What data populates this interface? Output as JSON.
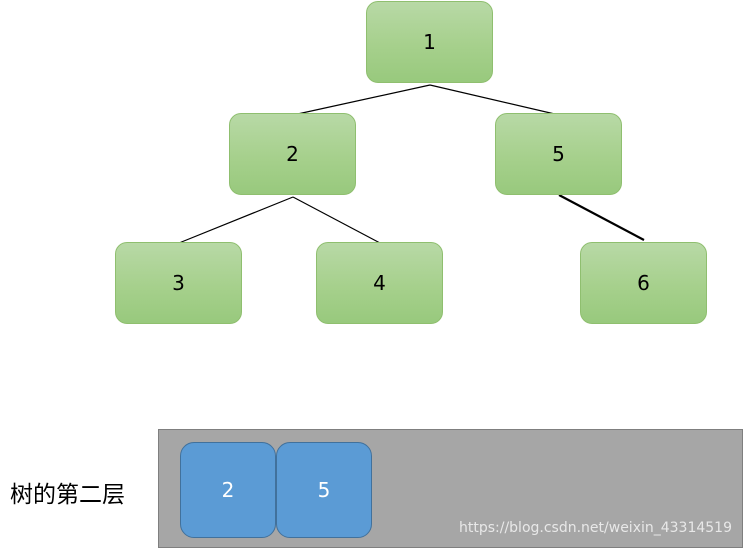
{
  "tree": {
    "nodes": [
      {
        "id": "n1",
        "label": "1"
      },
      {
        "id": "n2",
        "label": "2"
      },
      {
        "id": "n5",
        "label": "5"
      },
      {
        "id": "n3",
        "label": "3"
      },
      {
        "id": "n4",
        "label": "4"
      },
      {
        "id": "n6",
        "label": "6"
      }
    ],
    "edges": [
      {
        "from": "1",
        "to": "2"
      },
      {
        "from": "1",
        "to": "5"
      },
      {
        "from": "2",
        "to": "3"
      },
      {
        "from": "2",
        "to": "4"
      },
      {
        "from": "5",
        "to": "6"
      }
    ]
  },
  "level_panel": {
    "label": "树的第二层",
    "items": [
      "2",
      "5"
    ]
  },
  "watermark": "https://blog.csdn.net/weixin_43314519",
  "colors": {
    "tree_node_fill": "#a6d08c",
    "level_cell_fill": "#5b9bd5",
    "level_panel_fill": "#a6a6a6"
  }
}
